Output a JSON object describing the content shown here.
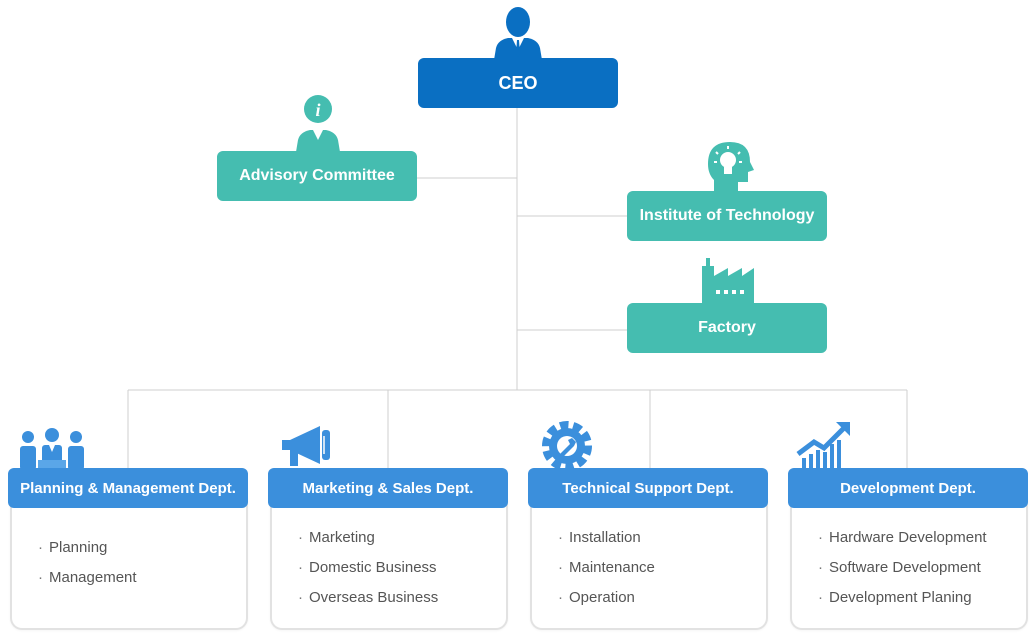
{
  "ceo": {
    "label": "CEO"
  },
  "advisory": {
    "label": "Advisory Committee"
  },
  "institute": {
    "label": "Institute of Technology"
  },
  "factory": {
    "label": "Factory"
  },
  "departments": [
    {
      "label": "Planning & Management  Dept.",
      "items": [
        "Planning",
        "Management"
      ]
    },
    {
      "label": "Marketing & Sales Dept.",
      "items": [
        "Marketing",
        "Domestic Business",
        "Overseas Business"
      ]
    },
    {
      "label": "Technical Support Dept.",
      "items": [
        "Installation",
        "Maintenance",
        "Operation"
      ]
    },
    {
      "label": "Development Dept.",
      "items": [
        "Hardware Development",
        "Software Development",
        "Development Planing"
      ]
    }
  ],
  "colors": {
    "ceo": "#0a6fc2",
    "teal": "#45bdb0",
    "dept": "#3b8fdc",
    "line": "#cfcfcf"
  }
}
